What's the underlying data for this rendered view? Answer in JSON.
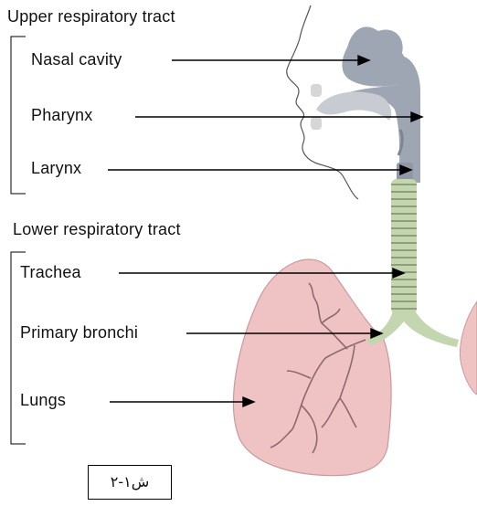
{
  "groups": {
    "upper": "Upper respiratory tract",
    "lower": "Lower respiratory tract"
  },
  "labels": {
    "nasal_cavity": "Nasal cavity",
    "pharynx": "Pharynx",
    "larynx": "Larynx",
    "trachea": "Trachea",
    "primary_bronchi": "Primary bronchi",
    "lungs": "Lungs"
  },
  "figure_caption": "ش۱-۲",
  "colors": {
    "airway": "#9ea6b3",
    "trachea": "#c4d6b0",
    "lung_fill": "#efc3c3",
    "lung_edge": "#c99a9a",
    "bronchi": "#8c6a6e"
  }
}
